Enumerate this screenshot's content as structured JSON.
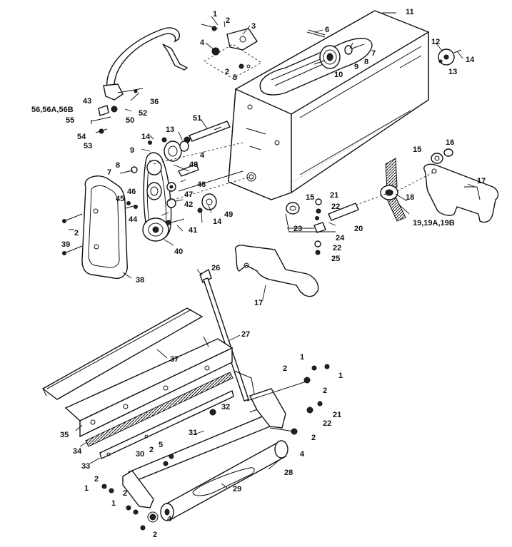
{
  "diagram": {
    "callouts": {
      "c1a": "1",
      "c2a": "2",
      "c3": "3",
      "c4a": "4",
      "c2b": "2",
      "c5a": "5",
      "c6": "6",
      "c11": "11",
      "c7a": "7",
      "c8a": "8",
      "c9a": "9",
      "c10": "10",
      "c12": "12",
      "c13a": "13",
      "c14a": "14",
      "c36": "36",
      "c52": "52",
      "c50": "50",
      "c43": "43",
      "c56": "56,56A,56B",
      "c55": "55",
      "c54": "54",
      "c53": "53",
      "c51": "51",
      "c13b": "13",
      "c14b": "14",
      "c4b": "4",
      "c9b": "9",
      "c7b": "7",
      "c8b": "8",
      "c49a": "49",
      "c47": "47",
      "c48": "48",
      "c45": "45",
      "c46": "46",
      "c44": "44",
      "c42": "42",
      "c49b": "49",
      "c14c": "14",
      "c41": "41",
      "c40": "40",
      "c39": "39",
      "c2c": "2",
      "c38": "38",
      "c15a": "15",
      "c16": "16",
      "c17a": "17",
      "c18": "18",
      "c19": "19,19A,19B",
      "c15b": "15",
      "c21a": "21",
      "c22a": "22",
      "c23": "23",
      "c24": "24",
      "c20": "20",
      "c22b": "22",
      "c25": "25",
      "c26": "26",
      "c17b": "17",
      "c27": "27",
      "c37": "37",
      "c1b": "1",
      "c2d": "2",
      "c1c": "1",
      "c2e": "2",
      "c21b": "21",
      "c22c": "22",
      "c32": "32",
      "c35": "35",
      "c34": "34",
      "c31": "31",
      "c2f": "2",
      "c4c": "4",
      "c33": "33",
      "c5b": "5",
      "c2g": "2",
      "c30": "30",
      "c28": "28",
      "c29": "29",
      "c2h": "2",
      "c1d": "1",
      "c2i": "2",
      "c1e": "1",
      "c2j": "2",
      "c4d": "4"
    }
  }
}
